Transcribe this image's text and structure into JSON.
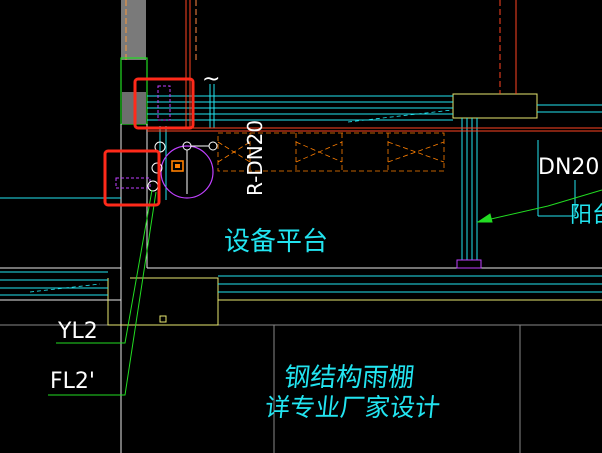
{
  "drawing": {
    "annotations": {
      "pipe_vertical": "R-DN20",
      "pipe_right": "DN20",
      "room_label": "设备平台",
      "right_partial": "阳台",
      "canopy_line1": "钢结构雨棚",
      "canopy_line2": "详专业厂家设计",
      "tag_yl2": "YL2",
      "tag_fl2": "FL2'",
      "wave_symbol": "~"
    },
    "colors": {
      "background": "#000000",
      "wall": "#ffffff",
      "red": "#ff4422",
      "cyan": "#22e4f0",
      "yellow": "#e8e870",
      "green": "#22dd22",
      "magenta": "#c040ff",
      "orange": "#ff7f00",
      "grey": "#808080",
      "highlight": "#ff2a1a"
    },
    "highlights": [
      "selection-box-upper",
      "selection-box-lower"
    ]
  }
}
